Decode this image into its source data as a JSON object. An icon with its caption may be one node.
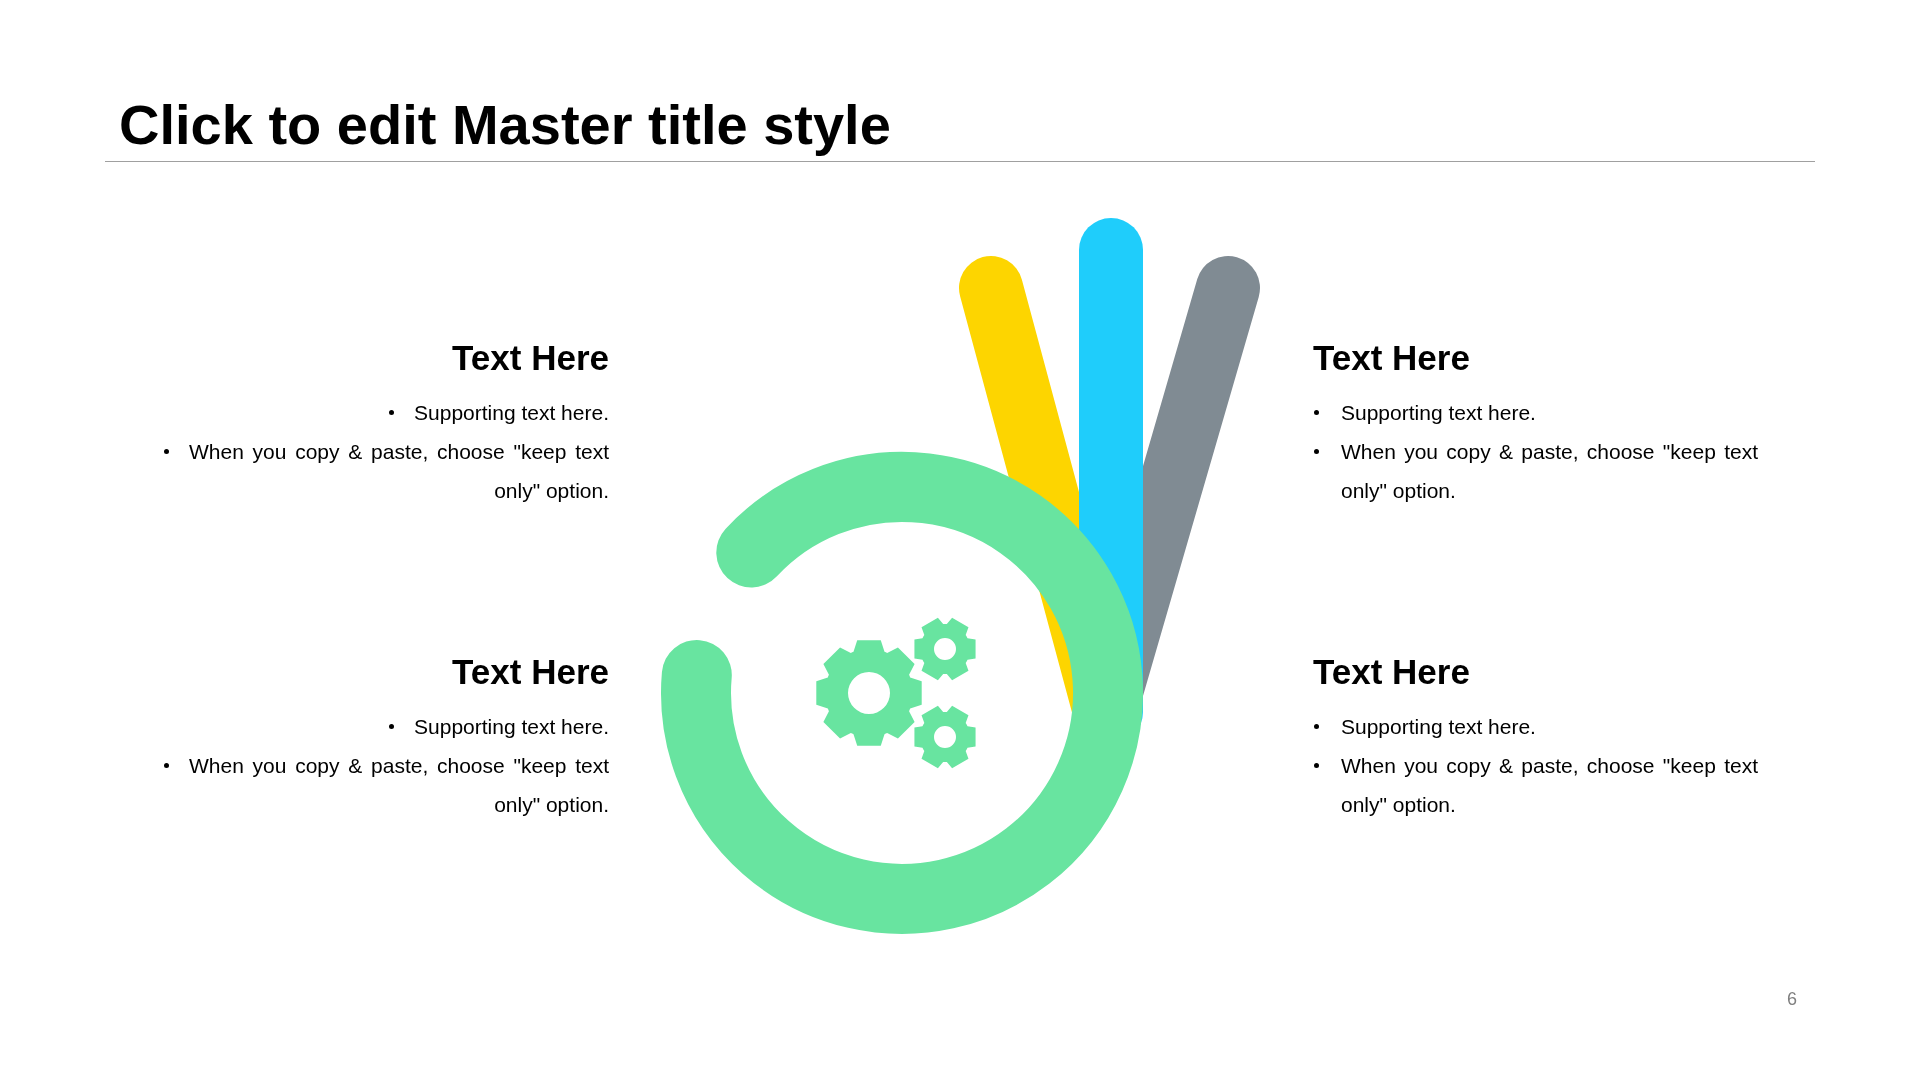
{
  "diagram": {
    "title": "Click to edit Master title style",
    "labels": [
      "Text Here",
      "Supporting text here.",
      "When you copy & paste, choose \"keep text only\" option.",
      "Text Here",
      "Supporting text here.",
      "When you copy & paste, choose \"keep text only\" option.",
      "Text Here",
      "Supporting text here.",
      "When you copy & paste, choose \"keep text only\" option.",
      "Text Here",
      "Supporting text here.",
      "When you copy & paste, choose \"keep text only\" option.",
      "6"
    ]
  }
}
